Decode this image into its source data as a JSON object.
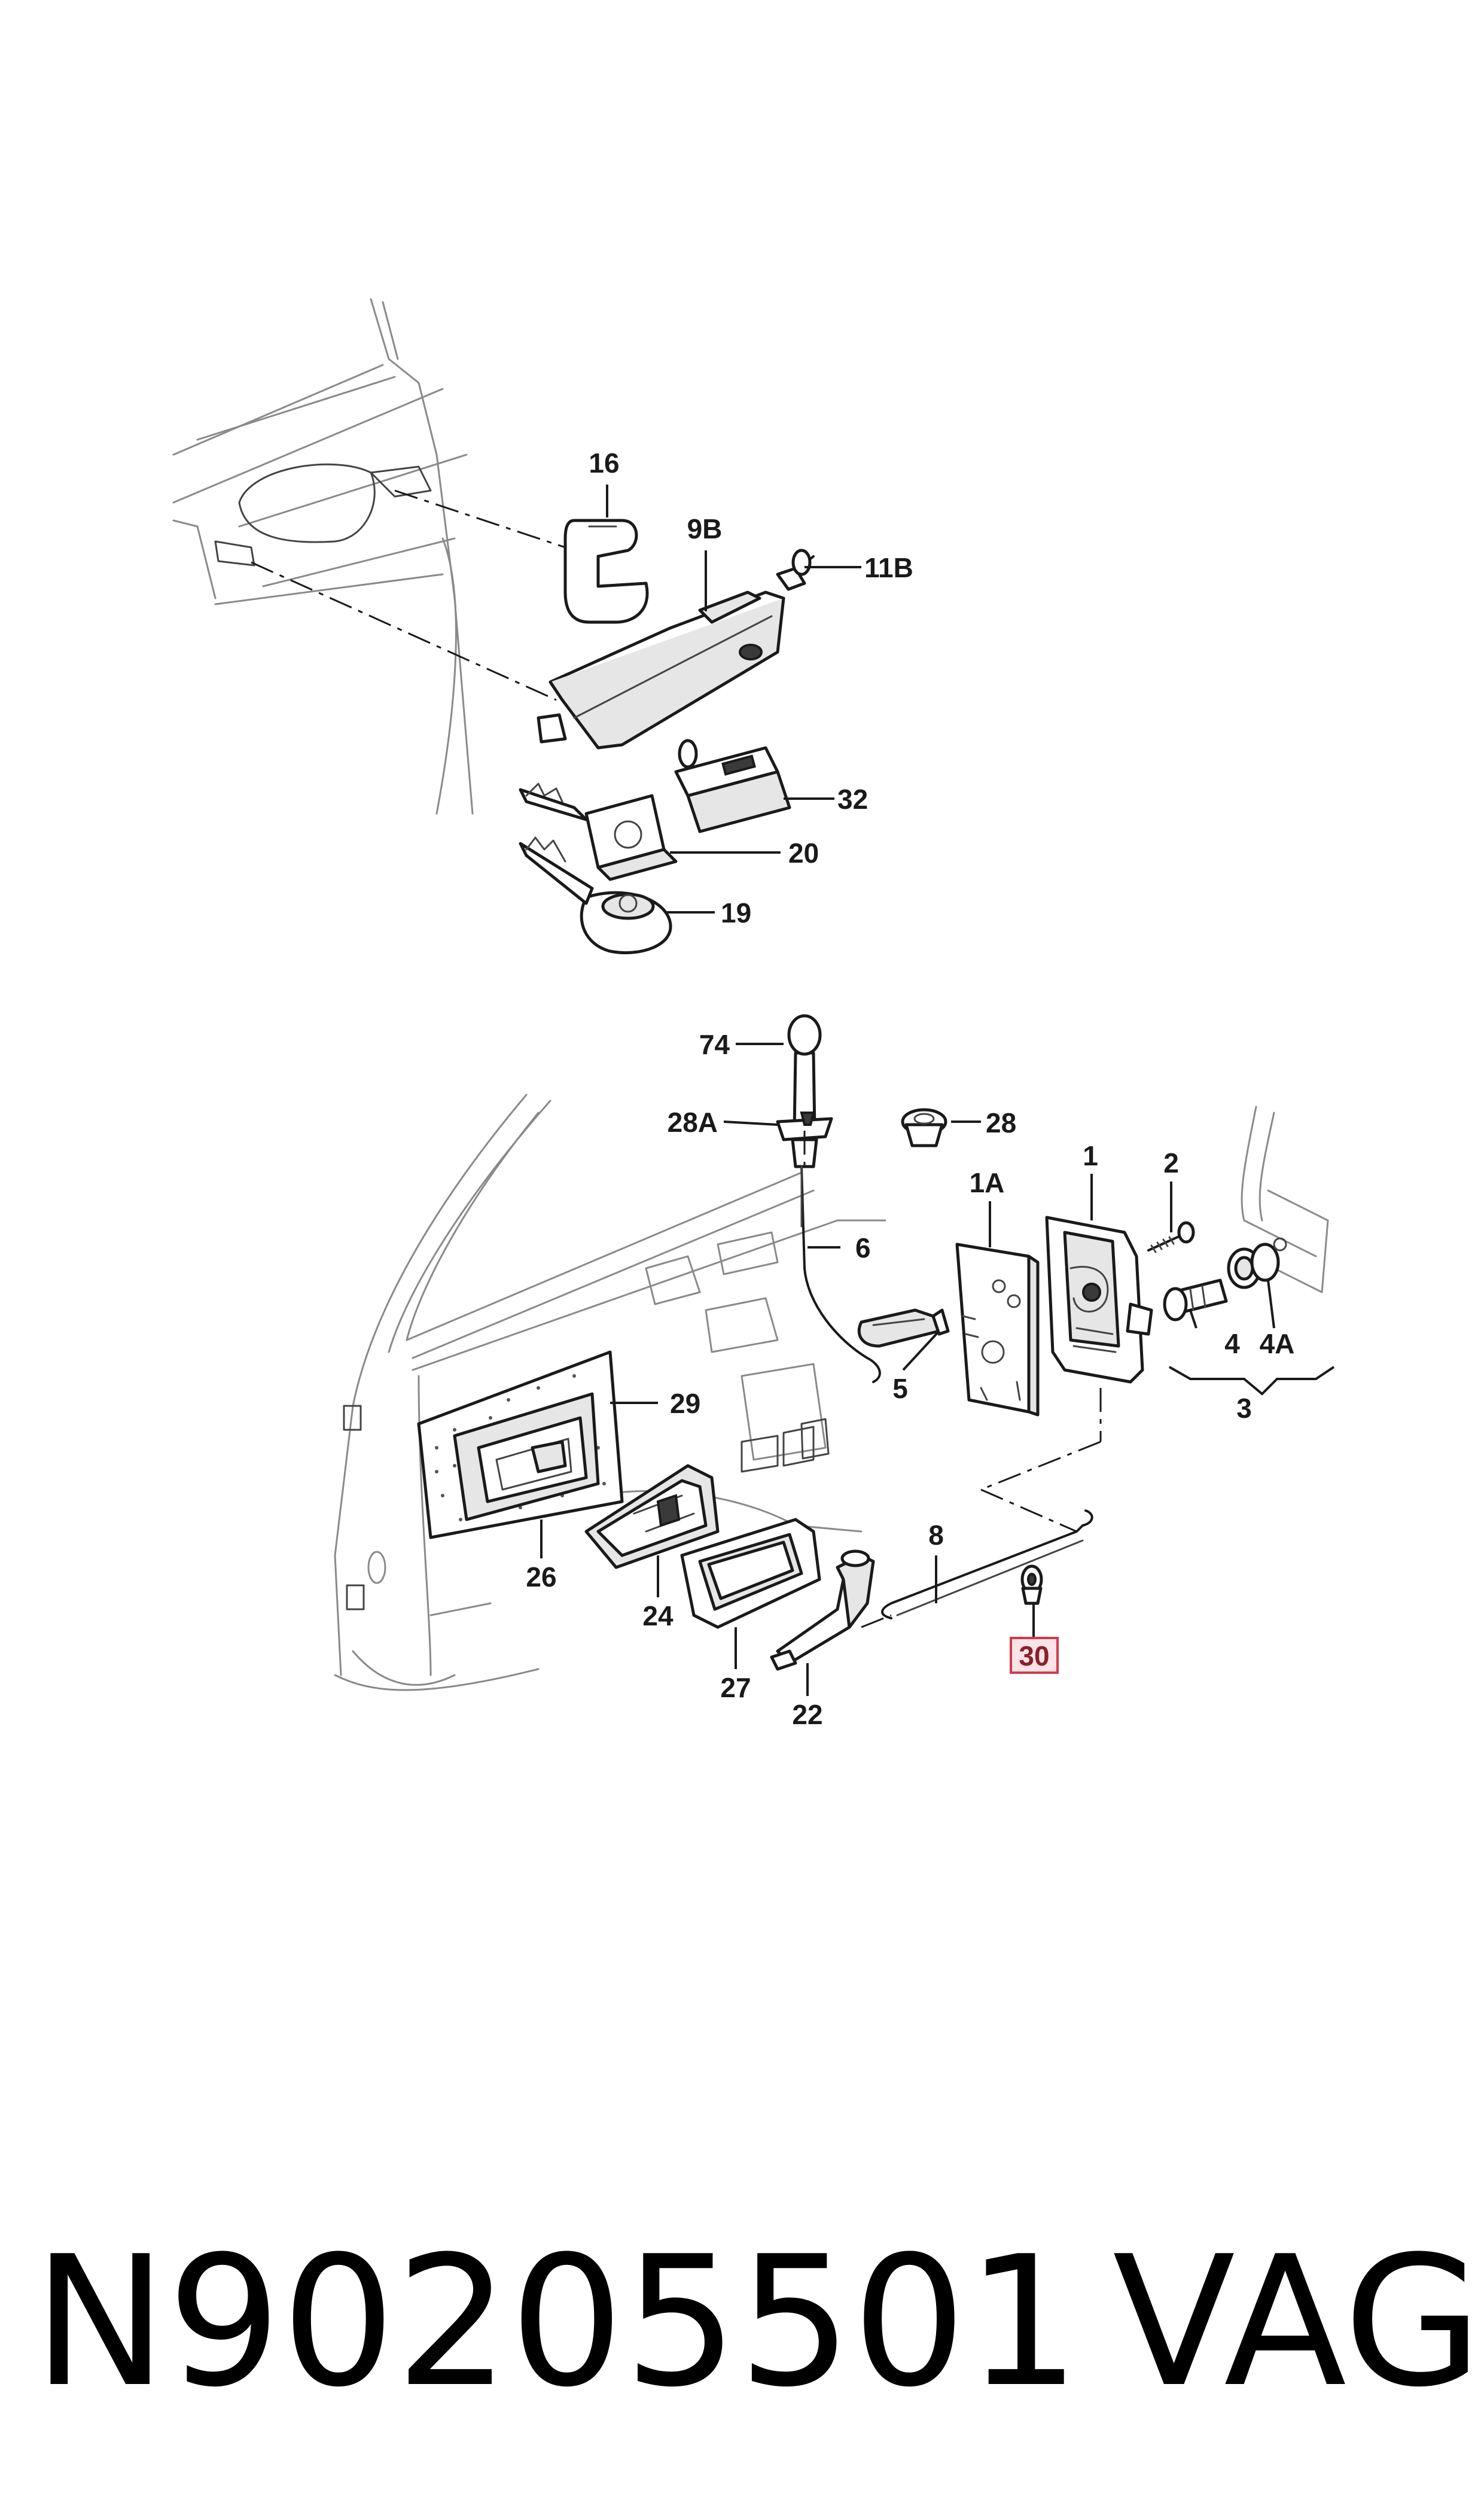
{
  "callouts": {
    "c16": "16",
    "c9B": "9B",
    "c11B": "11B",
    "c32": "32",
    "c20": "20",
    "c19": "19",
    "c74": "74",
    "c28A": "28A",
    "c28": "28",
    "c1A": "1A",
    "c1": "1",
    "c2": "2",
    "c6": "6",
    "c4": "4",
    "c4A": "4A",
    "c3": "3",
    "c5": "5",
    "c29": "29",
    "c8": "8",
    "c26": "26",
    "c24": "24",
    "c27": "27",
    "c22": "22",
    "c30": "30"
  },
  "highlight": {
    "callout": "30",
    "fill": "#fbe3e6",
    "stroke": "#d23a4d",
    "text_color": "#8a1f2b"
  },
  "footer": {
    "part_number": "N90205501",
    "brand": "VAG"
  }
}
